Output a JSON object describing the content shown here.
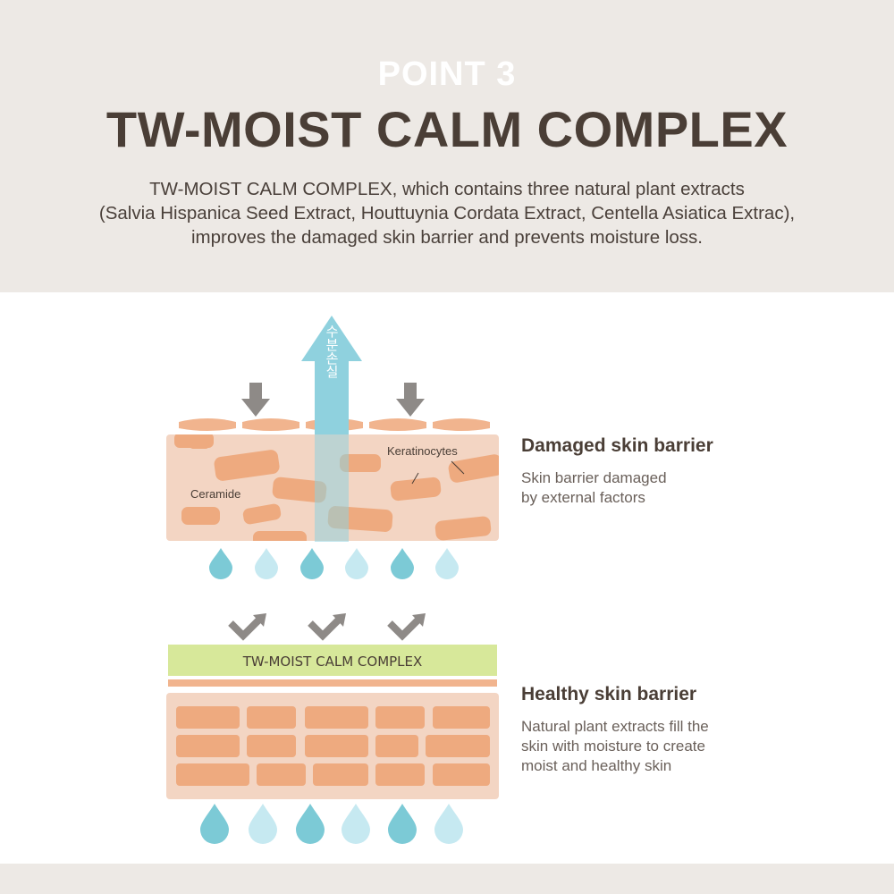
{
  "header": {
    "point_label": "POINT 3",
    "title": "TW-MOIST CALM COMPLEX",
    "description_lines": [
      "TW-MOIST CALM COMPLEX, which contains three natural plant extracts",
      "(Salvia Hispanica Seed Extract, Houttuynia Cordata Extract, Centella Asiatica Extrac),",
      "improves the damaged skin barrier and prevents moisture loss."
    ]
  },
  "damaged": {
    "arrow_label": "수분손실",
    "label_ceramide": "Ceramide",
    "label_keratinocytes": "Keratinocytes",
    "title": "Damaged skin barrier",
    "text": "Skin barrier damaged\nby external factors"
  },
  "healthy": {
    "complex_label": "TW-MOIST CALM COMPLEX",
    "title": "Healthy skin barrier",
    "text": "Natural plant extracts fill the\nskin with moisture to create\nmoist and healthy skin"
  },
  "colors": {
    "header_bg": "#ede9e5",
    "title": "#4a3e36",
    "skin_layer": "#f3d5c3",
    "cell": "#eeaa7f",
    "complex_band": "#d7e89a",
    "moisture_arrow": "#8fd1de",
    "drop_dark": "#7ccad6",
    "drop_light": "#c6e9f1",
    "gray_arrow": "#8e8a87"
  }
}
